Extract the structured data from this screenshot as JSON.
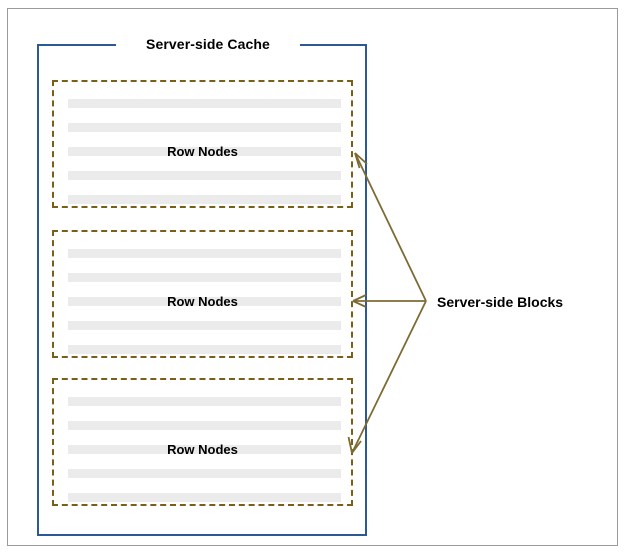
{
  "diagram": {
    "title": "Server-side Cache",
    "side_label": "Server-side Blocks",
    "blocks": [
      {
        "label": "Row Nodes",
        "row_count": 5
      },
      {
        "label": "Row Nodes",
        "row_count": 5
      },
      {
        "label": "Row Nodes",
        "row_count": 5
      }
    ],
    "colors": {
      "cache_border": "#2b5896",
      "block_border": "#7a5f17",
      "arrow": "#7d6b33",
      "row_bar": "#ebebeb",
      "frame": "#9a9a9a",
      "text": "#000000"
    }
  }
}
